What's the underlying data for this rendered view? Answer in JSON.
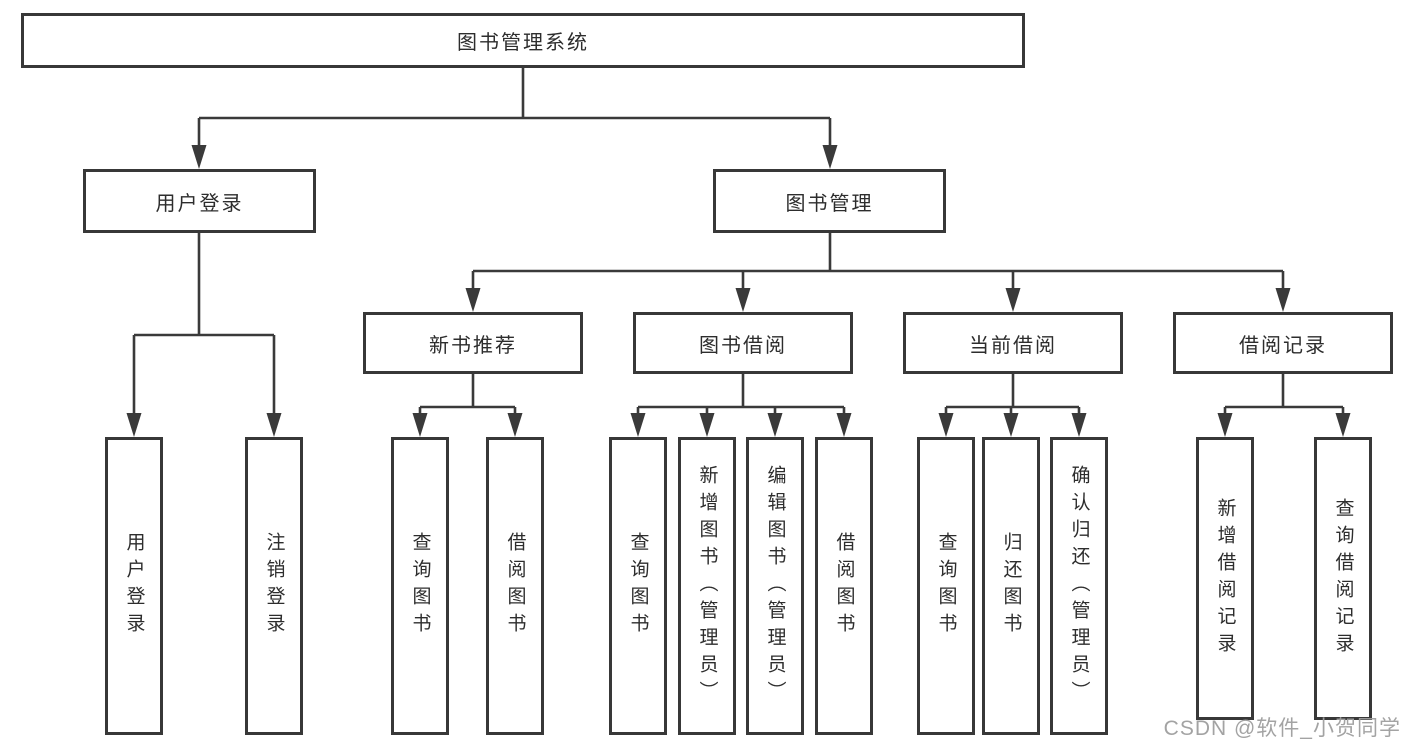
{
  "diagram": {
    "type": "hierarchy-tree",
    "colors": {
      "line": "#3a3a3a",
      "box_border": "#383838",
      "text": "#2d2d2d",
      "background": "#ffffff",
      "watermark": "#9e9e9e"
    },
    "watermark": "CSDN @软件_小贺同学"
  },
  "tree": {
    "label": "图书管理系统",
    "children": [
      {
        "label": "用户登录",
        "children": [
          {
            "label": "用户登录"
          },
          {
            "label": "注销登录"
          }
        ]
      },
      {
        "label": "图书管理",
        "children": [
          {
            "label": "新书推荐",
            "children": [
              {
                "label": "查询图书"
              },
              {
                "label": "借阅图书"
              }
            ]
          },
          {
            "label": "图书借阅",
            "children": [
              {
                "label": "查询图书"
              },
              {
                "label": "新增图书（管理员）"
              },
              {
                "label": "编辑图书（管理员）"
              },
              {
                "label": "借阅图书"
              }
            ]
          },
          {
            "label": "当前借阅",
            "children": [
              {
                "label": "查询图书"
              },
              {
                "label": "归还图书"
              },
              {
                "label": "确认归还（管理员）"
              }
            ]
          },
          {
            "label": "借阅记录",
            "children": [
              {
                "label": "新增借阅记录"
              },
              {
                "label": "查询借阅记录"
              }
            ]
          }
        ]
      }
    ]
  }
}
